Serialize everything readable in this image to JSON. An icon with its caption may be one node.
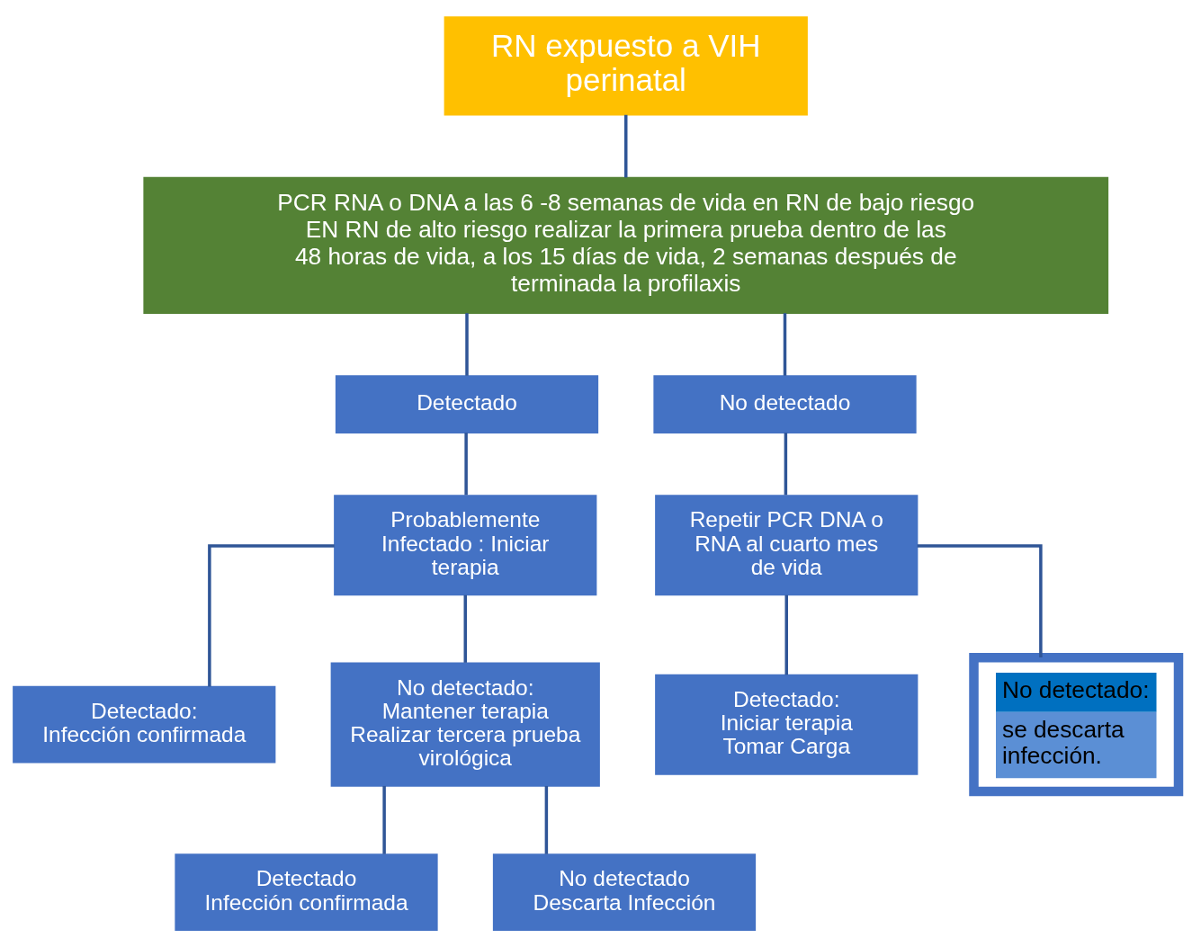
{
  "diagram": {
    "nodes": [
      {
        "text": [
          "RN expuesto a VIH perinatal"
        ]
      },
      {
        "text": [
          "PCR RNA o DNA a las 6 -8 semanas de vida en RN de bajo riesgo",
          "EN RN de alto riesgo realizar la primera prueba dentro de las 48 horas de vida, a los 15 días de vida, 2 semanas después de terminada la profilaxis"
        ]
      },
      {
        "text": [
          "Detectado"
        ]
      },
      {
        "text": [
          "No detectado"
        ]
      },
      {
        "text": [
          "Probablemente Infectado : Iniciar terapia"
        ]
      },
      {
        "text": [
          "Repetir PCR DNA o RNA al cuarto mes de vida"
        ]
      },
      {
        "text": [
          "Detectado:",
          "Infección confirmada"
        ]
      },
      {
        "text": [
          "No detectado:",
          "Mantener terapia",
          "Realizar tercera prueba virológica"
        ]
      },
      {
        "text": [
          "Detectado:",
          "Iniciar terapia",
          "Tomar Carga"
        ]
      },
      {
        "text": [
          "No detectado:",
          "se descarta infección."
        ]
      },
      {
        "text": [
          "Detectado",
          "Infección confirmada"
        ]
      },
      {
        "text": [
          "No detectado",
          "Descarta Infección"
        ]
      }
    ],
    "edges": [
      {
        "from": 0,
        "to": 1,
        "arrow": "none"
      },
      {
        "from": 1,
        "to": 2,
        "arrow": "none"
      },
      {
        "from": 1,
        "to": 3,
        "arrow": "none"
      },
      {
        "from": 2,
        "to": 4,
        "arrow": "none"
      },
      {
        "from": 4,
        "to": 6,
        "arrow": "none"
      },
      {
        "from": 4,
        "to": 7,
        "arrow": "none"
      },
      {
        "from": 3,
        "to": 5,
        "arrow": "none"
      },
      {
        "from": 5,
        "to": 8,
        "arrow": "none"
      },
      {
        "from": 5,
        "to": 9,
        "arrow": "none"
      },
      {
        "from": 7,
        "to": 10,
        "arrow": "none"
      },
      {
        "from": 7,
        "to": 11,
        "arrow": "none"
      }
    ]
  }
}
